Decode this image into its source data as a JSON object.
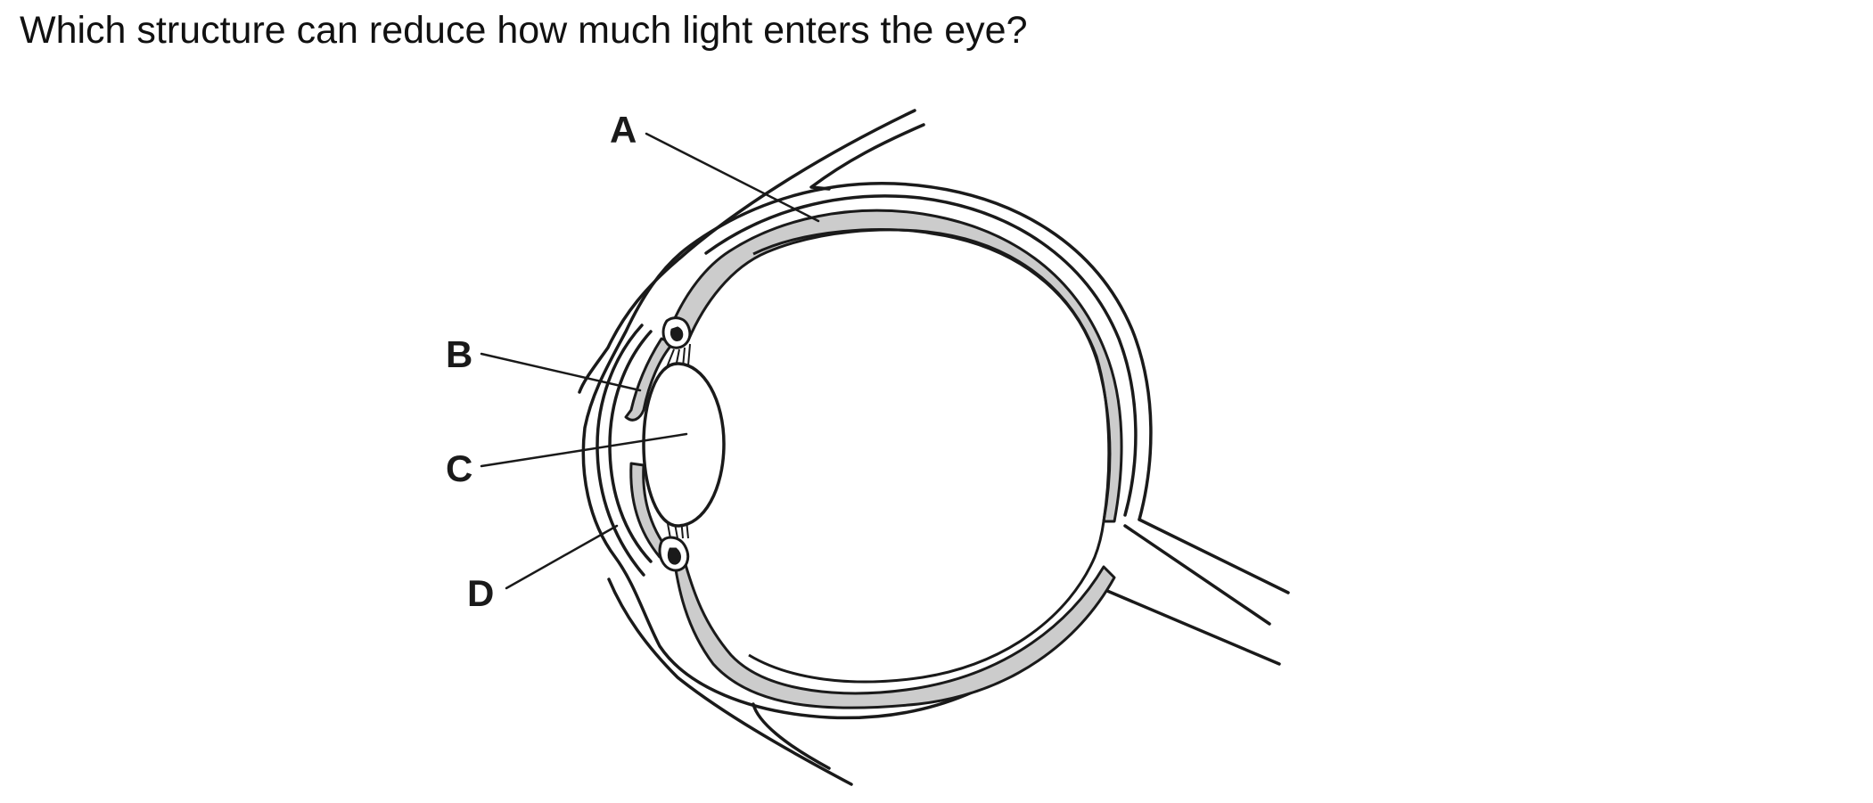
{
  "question": {
    "text": "Which structure can reduce how much light enters the eye?"
  },
  "diagram": {
    "labels": {
      "a": "A",
      "b": "B",
      "c": "C",
      "d": "D"
    },
    "colors": {
      "line": "#1a1a1a",
      "shading": "#cccccc",
      "background": "#ffffff"
    }
  }
}
